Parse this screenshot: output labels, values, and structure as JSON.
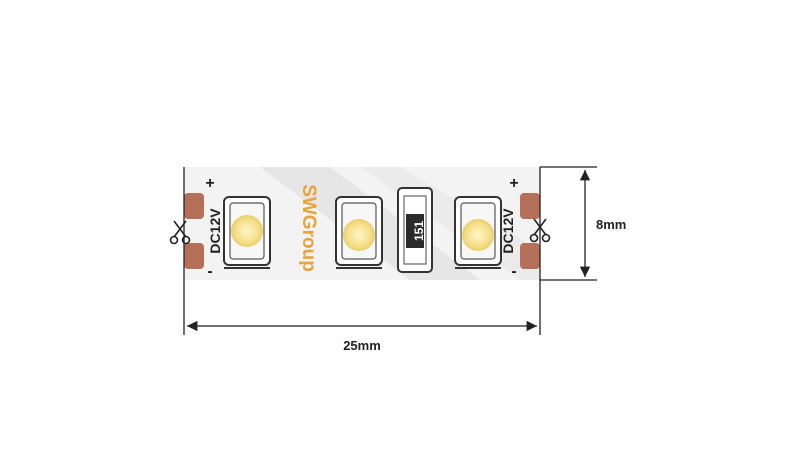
{
  "strip": {
    "brand": "SWGroup",
    "resistor_code": "151",
    "voltage_left": "DC12V",
    "voltage_right": "DC12V",
    "plus_sign": "+",
    "minus_sign": "-"
  },
  "dimensions": {
    "width_label": "25mm",
    "height_label": "8mm"
  },
  "colors": {
    "brand": "#e8a33a",
    "copper_pad": "#b5705a",
    "led_glow": "#f6e08c",
    "strip_body": "#f1f1f1",
    "strip_shadow": "#e2e2e2",
    "line": "#222222"
  },
  "icons": [
    "scissors-icon-left",
    "scissors-icon-right"
  ]
}
